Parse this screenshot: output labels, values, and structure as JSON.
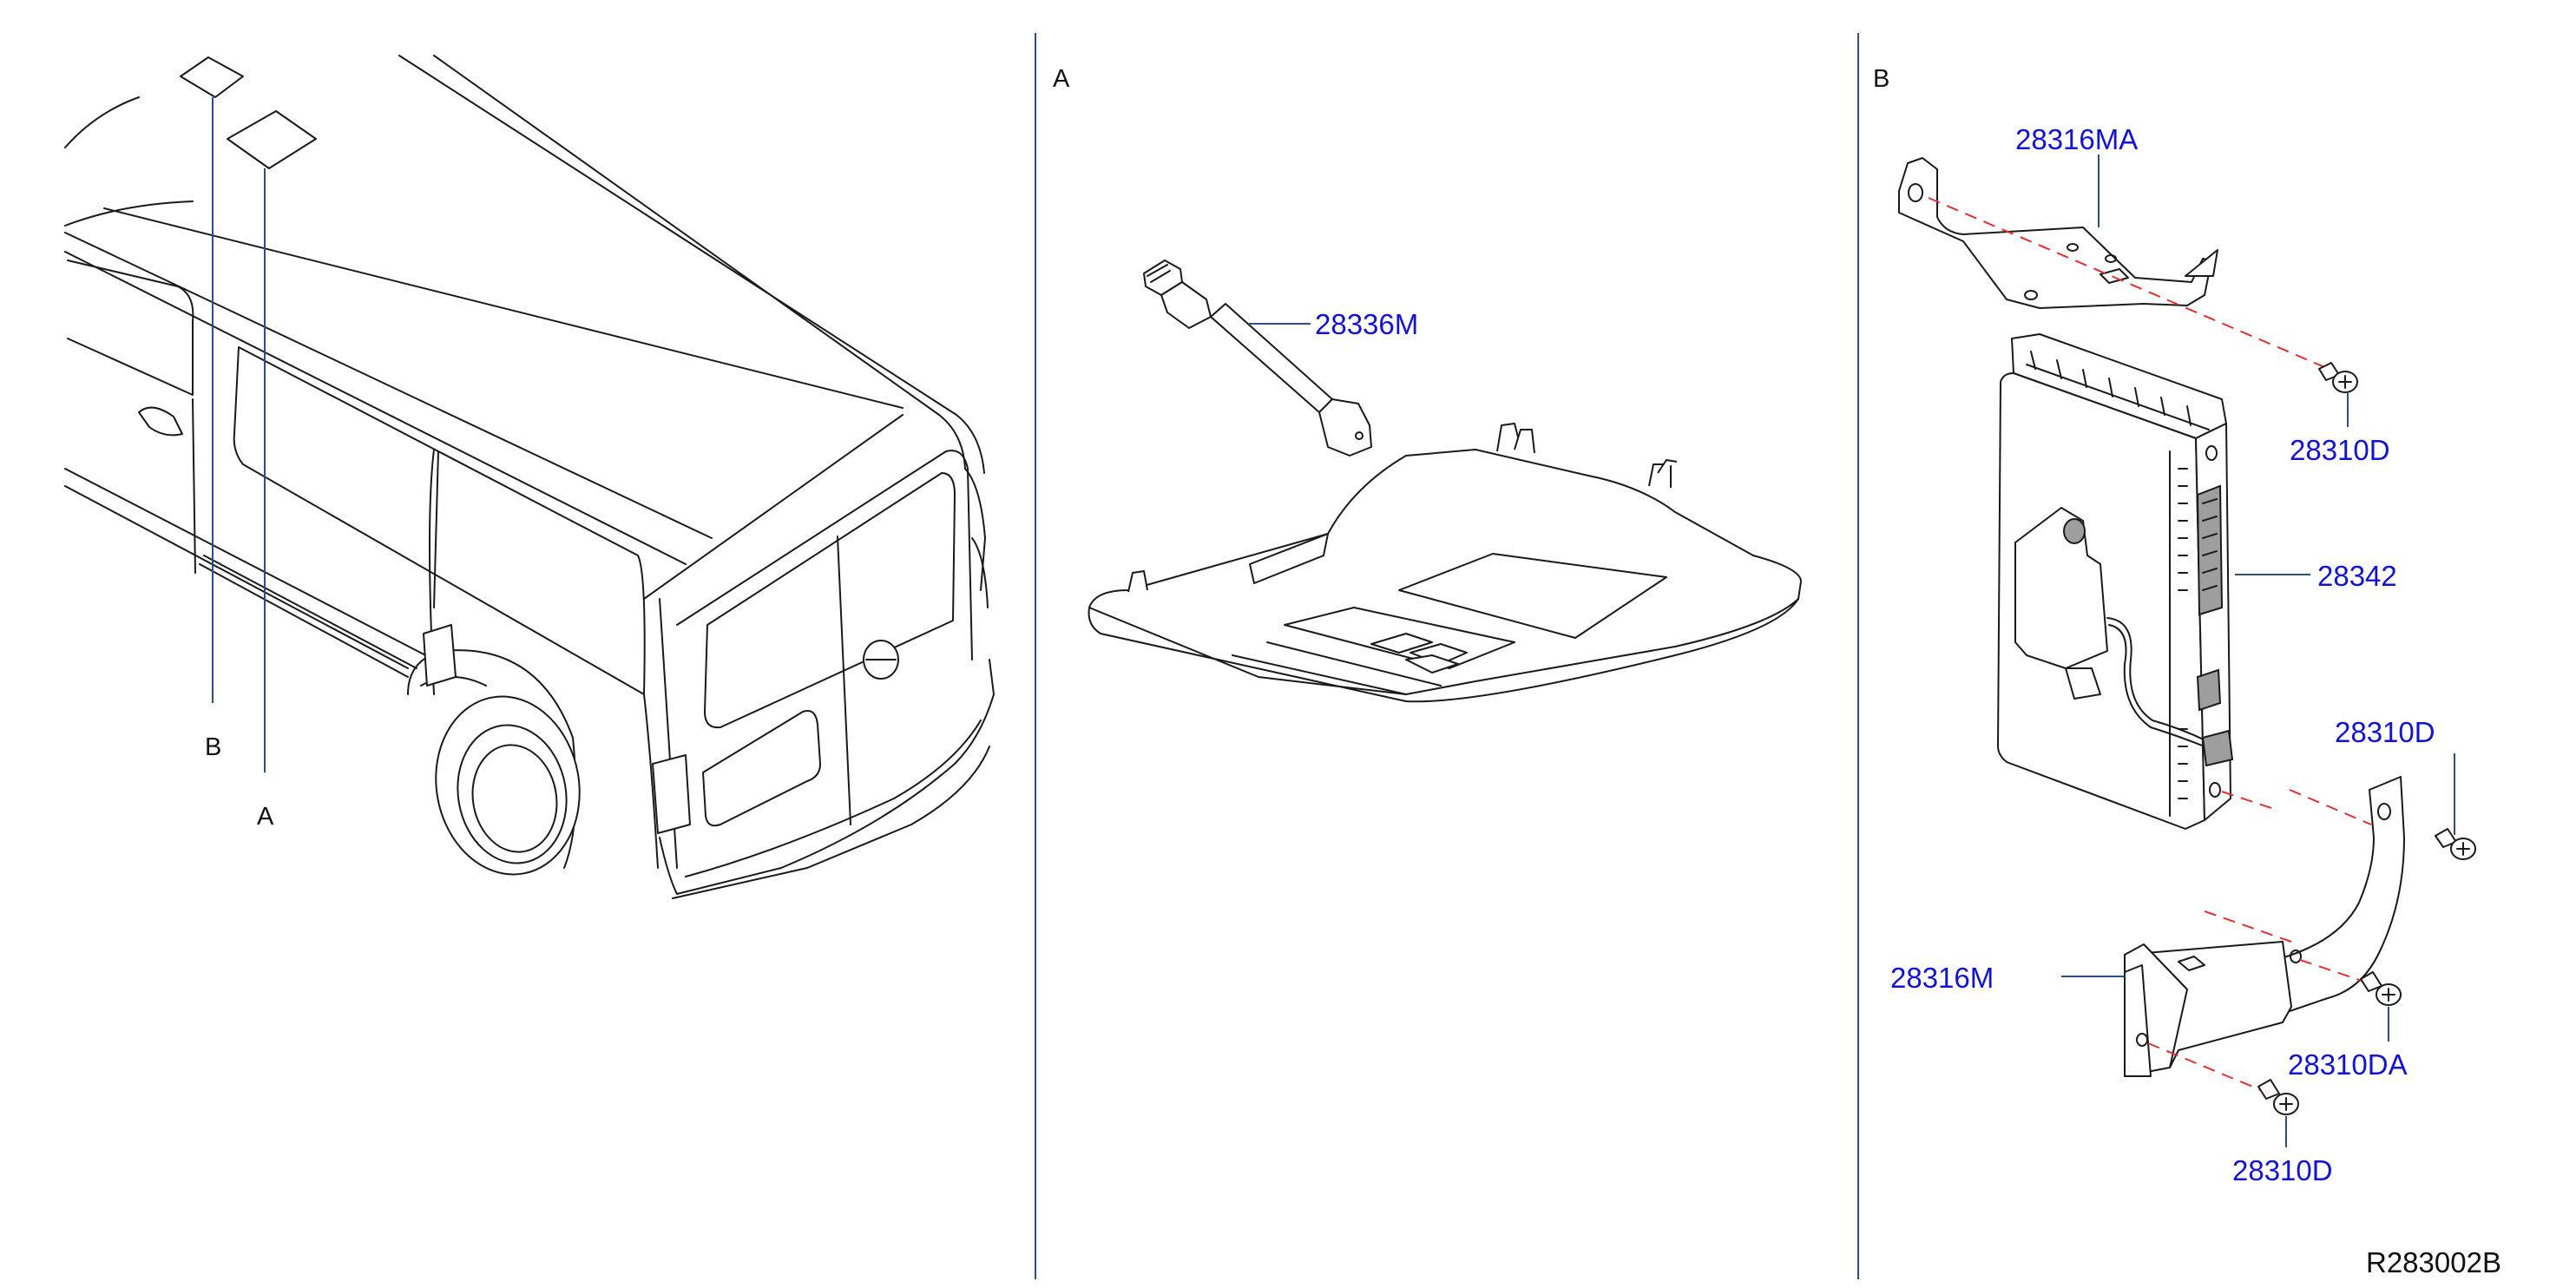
{
  "diagram": {
    "reference_code": "R283002B",
    "panels": [
      {
        "id": "overview",
        "callouts": [
          "B",
          "A"
        ]
      },
      {
        "id": "A",
        "title": "A",
        "parts": [
          "28336M"
        ]
      },
      {
        "id": "B",
        "title": "B",
        "parts": [
          "28316MA",
          "28310D",
          "28342",
          "28310D",
          "28316M",
          "28310DA",
          "28310D"
        ]
      }
    ]
  },
  "colors": {
    "part_number_text": "#1313d4",
    "leader_line": "#2f4f7f",
    "alignment_dash": "#e23030",
    "outline": "#1a1a1a"
  }
}
